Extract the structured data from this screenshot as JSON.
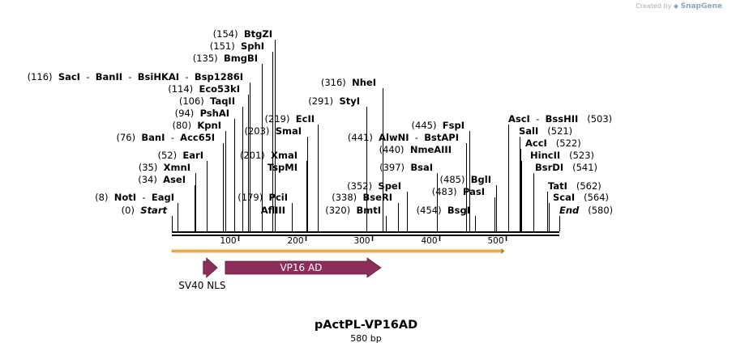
{
  "credit": {
    "prefix": "Created by",
    "brand": "SnapGene"
  },
  "plasmid": {
    "name": "pActPL-VP16AD",
    "size_label": "580 bp",
    "length": 580
  },
  "ruler_ticks": [
    {
      "value": 100,
      "label": "100"
    },
    {
      "value": 200,
      "label": "200"
    },
    {
      "value": 300,
      "label": "300"
    },
    {
      "value": 400,
      "label": "400"
    },
    {
      "value": 500,
      "label": "500"
    }
  ],
  "sites": [
    {
      "text_pos": "(116)",
      "names": [
        "SacI",
        "BanII",
        "BsiHKAI",
        "Bsp1286I"
      ],
      "lines": [
        116
      ]
    },
    {
      "text_pos": "(154)",
      "names": [
        "BtgZI"
      ],
      "lines": [
        154
      ]
    },
    {
      "text_pos": "(151)",
      "names": [
        "SphI"
      ],
      "lines": [
        151
      ]
    },
    {
      "text_pos": "(135)",
      "names": [
        "BmgBI"
      ],
      "lines": [
        135
      ]
    },
    {
      "text_pos": "(114)",
      "names": [
        "Eco53kI"
      ],
      "lines": [
        114
      ]
    },
    {
      "text_pos": "(106)",
      "names": [
        "TaqII"
      ],
      "lines": [
        106
      ]
    },
    {
      "text_pos": "(94)",
      "names": [
        "PshAI"
      ],
      "lines": [
        94
      ]
    },
    {
      "text_pos": "(80)",
      "names": [
        "KpnI"
      ],
      "lines": [
        80
      ]
    },
    {
      "text_pos": "(76)",
      "names": [
        "BanI",
        "Acc65I"
      ],
      "lines": [
        76
      ]
    },
    {
      "text_pos": "(52)",
      "names": [
        "EarI"
      ],
      "lines": [
        52
      ]
    },
    {
      "text_pos": "(35)",
      "names": [
        "XmnI"
      ],
      "lines": [
        35
      ]
    },
    {
      "text_pos": "(34)",
      "names": [
        "AseI"
      ],
      "lines": [
        34
      ]
    },
    {
      "text_pos": "(8)",
      "names": [
        "NotI",
        "EagI"
      ],
      "lines": [
        8
      ]
    },
    {
      "text_pos": "(0)",
      "names": [
        "Start"
      ],
      "lines": [
        0
      ],
      "italic": true
    },
    {
      "text_pos": "(219)",
      "names": [
        "EcII"
      ],
      "lines": [
        219
      ]
    },
    {
      "text_pos": "(203)",
      "names": [
        "SmaI"
      ],
      "lines": [
        203
      ]
    },
    {
      "text_pos": "(201)",
      "names": [
        "XmaI"
      ],
      "lines": [
        201
      ]
    },
    {
      "text_pos": "",
      "names": [
        "TspMI"
      ],
      "lines": [
        201
      ]
    },
    {
      "text_pos": "(179)",
      "names": [
        "PciI"
      ],
      "lines": [
        179
      ]
    },
    {
      "text_pos": "",
      "names": [
        "AflIII"
      ],
      "lines": [
        179
      ]
    },
    {
      "text_pos": "(316)",
      "names": [
        "NheI"
      ],
      "lines": [
        316
      ]
    },
    {
      "text_pos": "(291)",
      "names": [
        "StyI"
      ],
      "lines": [
        291
      ]
    },
    {
      "text_pos": "(441)",
      "names": [
        "AlwNI",
        "BstAPI"
      ],
      "lines": [
        441
      ]
    },
    {
      "text_pos": "(440)",
      "names": [
        "NmeAIII"
      ],
      "lines": [
        440
      ]
    },
    {
      "text_pos": "(397)",
      "names": [
        "BsaI"
      ],
      "lines": [
        397
      ]
    },
    {
      "text_pos": "(352)",
      "names": [
        "SpeI"
      ],
      "lines": [
        352
      ]
    },
    {
      "text_pos": "(338)",
      "names": [
        "BseRI"
      ],
      "lines": [
        338
      ]
    },
    {
      "text_pos": "(320)",
      "names": [
        "BmtI"
      ],
      "lines": [
        320
      ]
    },
    {
      "text_pos": "(445)",
      "names": [
        "FspI"
      ],
      "lines": [
        445
      ]
    },
    {
      "text_pos": "(485)",
      "names": [
        "BglI"
      ],
      "lines": [
        485
      ]
    },
    {
      "text_pos": "(483)",
      "names": [
        "PasI"
      ],
      "lines": [
        483
      ]
    },
    {
      "text_pos": "(454)",
      "names": [
        "BsgI"
      ],
      "lines": [
        454
      ]
    },
    {
      "text_pos": "(503)",
      "names": [
        "AscI",
        "BssHII"
      ],
      "lines": [
        503
      ]
    },
    {
      "text_pos": "(521)",
      "names": [
        "SalI"
      ],
      "lines": [
        521
      ]
    },
    {
      "text_pos": "(522)",
      "names": [
        "AccI"
      ],
      "lines": [
        522
      ]
    },
    {
      "text_pos": "(523)",
      "names": [
        "HincII"
      ],
      "lines": [
        523
      ]
    },
    {
      "text_pos": "(541)",
      "names": [
        "BsrDI"
      ],
      "lines": [
        541
      ]
    },
    {
      "text_pos": "(562)",
      "names": [
        "TatI"
      ],
      "lines": [
        562
      ]
    },
    {
      "text_pos": "(564)",
      "names": [
        "ScaI"
      ],
      "lines": [
        564
      ]
    },
    {
      "text_pos": "(580)",
      "names": [
        "End"
      ],
      "lines": [
        580
      ],
      "italic": true
    }
  ],
  "features": [
    {
      "name": "SV40 NLS",
      "start": 47,
      "end": 68,
      "color": "#8c2d5b",
      "label_outside": true
    },
    {
      "name": "VP16 AD",
      "start": 80,
      "end": 313,
      "color": "#8c2d5b",
      "label_outside": false
    }
  ],
  "orf_bar": {
    "start": 0,
    "end": 498,
    "color": "#f3b040"
  },
  "colors": {
    "feature": "#8c2d5b",
    "feature_stroke": "#5e1b3b",
    "orf": "#f3b040",
    "backbone": "#000000"
  }
}
